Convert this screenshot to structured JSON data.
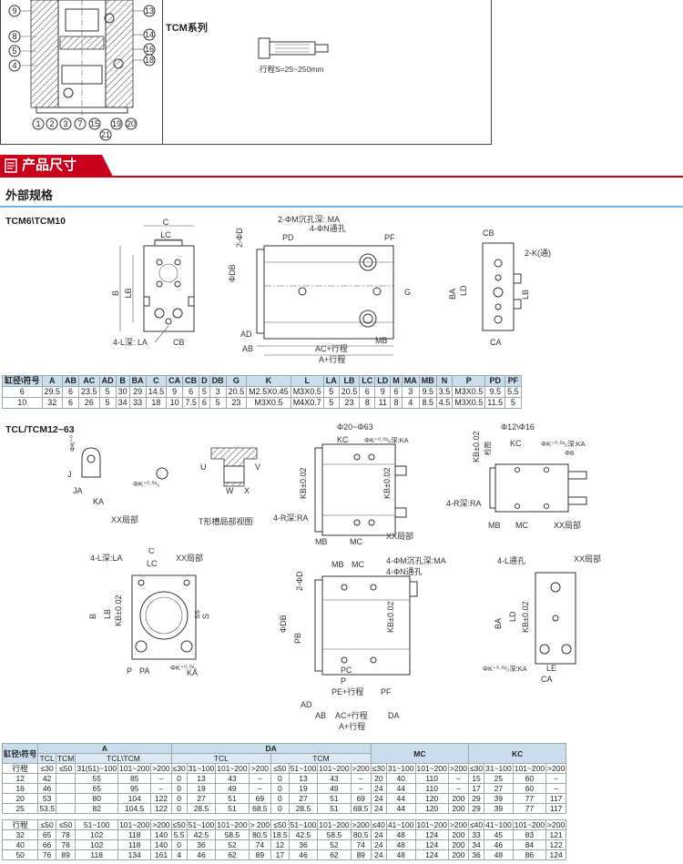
{
  "top_diagram": {
    "callouts_right": [
      "13",
      "14",
      "16",
      "18"
    ],
    "callouts_left": [
      "9",
      "8",
      "5",
      "4"
    ],
    "callouts_bottom": [
      "1",
      "2",
      "3",
      "7",
      "15",
      "19",
      "20",
      "21"
    ],
    "series_label": "TCM系列",
    "stroke_label": "行程S=25~250mm"
  },
  "section": {
    "title": "产品尺寸",
    "subtitle": "外部规格",
    "accent": "#c8001b",
    "line_color": "#6fb2e3"
  },
  "tcm6_10": {
    "heading": "TCM6\\TCM10",
    "labels": {
      "c": "C",
      "lc": "LC",
      "b": "B",
      "lb": "LB",
      "l4": "4-L深: LA",
      "cb": "CB",
      "m2": "2-ΦM沉孔深: MA",
      "n4": "4-ΦN通孔",
      "d2": "2-ΦD",
      "pd": "PD",
      "pf": "PF",
      "db": "ΦDB",
      "g": "G",
      "ad": "AD",
      "ab": "AB",
      "ac": "AC+行程",
      "a": "A+行程",
      "mb": "MB",
      "cb2": "CB",
      "k2": "2-K(通)",
      "ba": "BA",
      "ld": "LD",
      "lb2": "LB",
      "ca": "CA"
    },
    "table": {
      "headers": [
        "缸径\\符号",
        "A",
        "AB",
        "AC",
        "AD",
        "B",
        "BA",
        "C",
        "CA",
        "CB",
        "D",
        "DB",
        "G",
        "K",
        "L",
        "LA",
        "LB",
        "LC",
        "LD",
        "M",
        "MA",
        "MB",
        "N",
        "P",
        "PD",
        "PF"
      ],
      "rows": [
        [
          "6",
          "29.5",
          "6",
          "23.5",
          "5",
          "30",
          "29",
          "14.5",
          "9",
          "6",
          "5",
          "3",
          "20.5",
          "M2.5X0.45",
          "M3X0.5",
          "5",
          "20.5",
          "6",
          "9",
          "6",
          "3",
          "9.5",
          "3.5",
          "M3X0.5",
          "9.5",
          "5.5"
        ],
        [
          "10",
          "32",
          "6",
          "26",
          "5",
          "34",
          "33",
          "18",
          "10",
          "7.5",
          "6",
          "5",
          "23",
          "M3X0.5",
          "M4X0.7",
          "5",
          "23",
          "8",
          "11",
          "8",
          "4",
          "8.5",
          "4.5",
          "M3X0.5",
          "11.5",
          "5"
        ]
      ]
    }
  },
  "tcl": {
    "heading": "TCL/TCM12~63",
    "labels": {
      "xx": "XX局部",
      "t_slot": "T形槽局部视图",
      "k_tol": "ΦK⁺⁰·⁰²₀",
      "phi2063": "Φ20~Φ63",
      "phi1216": "Φ12\\Φ16",
      "kc": "KC",
      "ka_deep": "ΦK⁺⁰·⁰²₀深:KA",
      "kb": "KB±0.02",
      "r4": "4-R深:RA",
      "mb": "MB",
      "mc": "MC",
      "xx2": "XX局部",
      "phi8": "Φ8",
      "l4": "4-L深:LA",
      "c": "C",
      "lc": "LC",
      "b": "B",
      "lb": "LB",
      "s": "S",
      "p": "P",
      "pa": "PA",
      "m4": "4-ΦM沉孔深:MA",
      "n4": "4-ΦN通孔",
      "d2": "2-ΦD",
      "db": "ΦDB",
      "pb": "PB",
      "pc": "PC",
      "pe": "PE+行程",
      "pf": "PF",
      "ad": "AD",
      "ab": "AB",
      "ac": "AC+行程",
      "a": "A+行程",
      "da": "DA",
      "l4b": "4-L通孔",
      "ba": "BA",
      "ld": "LD",
      "le": "LE",
      "ca": "CA",
      "u": "U",
      "w": "W",
      "x": "X",
      "v": "V",
      "ja": "JA",
      "ka": "KA",
      "j": "J",
      "k": "K",
      "ss": "SS",
      "chk": "检图"
    },
    "table": {
      "top_headers": [
        "缸径\\符号",
        "A",
        "DA",
        "MC",
        "KC"
      ],
      "sub_headers": [
        "TCL",
        "TCM",
        "TCL\\TCM",
        "TCL",
        "TCM"
      ],
      "stroke_row1": [
        "行程",
        "≤30",
        "≤50",
        "31(51)~100",
        "101~200",
        ">200",
        "≤30",
        "31~100",
        "101~200",
        ">200",
        "≤50",
        "51~100",
        "101~200",
        ">200",
        "≤30",
        "31~100",
        "101~200",
        ">200",
        "≤30",
        "31~100",
        "101~200",
        ">200"
      ],
      "rows1": [
        [
          "12",
          "42",
          "",
          "55",
          "85",
          "–",
          "0",
          "13",
          "43",
          "–",
          "0",
          "13",
          "43",
          "–",
          "20",
          "40",
          "110",
          "–",
          "15",
          "25",
          "60",
          "–"
        ],
        [
          "16",
          "46",
          "",
          "65",
          "95",
          "–",
          "0",
          "19",
          "49",
          "–",
          "0",
          "19",
          "49",
          "–",
          "24",
          "44",
          "110",
          "–",
          "17",
          "27",
          "60",
          "–"
        ],
        [
          "20",
          "53",
          "",
          "80",
          "104",
          "122",
          "0",
          "27",
          "51",
          "69",
          "0",
          "27",
          "51",
          "69",
          "24",
          "44",
          "120",
          "200",
          "29",
          "39",
          "77",
          "117"
        ],
        [
          "25",
          "53.5",
          "",
          "82",
          "104.5",
          "122",
          "0",
          "28.5",
          "51",
          "68.5",
          "0",
          "28.5",
          "51",
          "68.5",
          "24",
          "44",
          "120",
          "200",
          "29",
          "39",
          "77",
          "117"
        ]
      ],
      "stroke_row2": [
        "行程",
        "≤50",
        "≤50",
        "51~100",
        "101~200",
        ">200",
        "≤50",
        "51~100",
        "101~200",
        "> 200",
        "≤50",
        "51~100",
        "101~200",
        ">200",
        "≤40",
        "41~100",
        "101~200",
        ">200",
        "≤40",
        "41~100",
        "101~200",
        ">200"
      ],
      "rows2": [
        [
          "32",
          "65",
          "78",
          "102",
          "118",
          "140",
          "5.5",
          "42.5",
          "58.5",
          "80.5",
          "18.5",
          "42.5",
          "58.5",
          "80.5",
          "24",
          "48",
          "124",
          "200",
          "33",
          "45",
          "83",
          "121"
        ],
        [
          "40",
          "66",
          "78",
          "102",
          "118",
          "140",
          "0",
          "36",
          "52",
          "74",
          "12",
          "36",
          "52",
          "74",
          "24",
          "48",
          "124",
          "200",
          "34",
          "46",
          "84",
          "122"
        ],
        [
          "50",
          "76",
          "89",
          "118",
          "134",
          "161",
          "4",
          "46",
          "62",
          "89",
          "17",
          "46",
          "62",
          "89",
          "24",
          "48",
          "124",
          "200",
          "36",
          "48",
          "86",
          "124"
        ]
      ]
    }
  }
}
